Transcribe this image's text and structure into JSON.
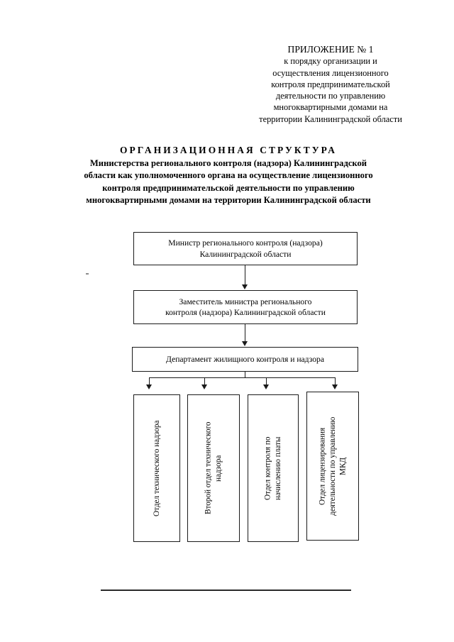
{
  "document": {
    "header": {
      "line1": "ПРИЛОЖЕНИЕ № 1",
      "line2": "к порядку организации и",
      "line3": "осуществления лицензионного",
      "line4": "контроля предпринимательской",
      "line5": "деятельности по управлению",
      "line6": "многоквартирными домами на",
      "line7": "территории Калининградской области"
    },
    "title": {
      "main": "ОРГАНИЗАЦИОННАЯ СТРУКТУРА",
      "line2": "Министерства регионального контроля (надзора) Калининградской",
      "line3": "области как уполномоченного органа на осуществление лицензионного",
      "line4": "контроля предпринимательской деятельности по управлению",
      "line5": "многоквартирными домами на территории Калининградской области"
    },
    "chart": {
      "type": "org-chart",
      "orientation": "top-down",
      "levels": [
        {
          "level": 1,
          "nodes": [
            {
              "id": "minister",
              "label": "Министр регионального контроля (надзора) Калининградской области",
              "text_lines": [
                "Министр регионального контроля (надзора)",
                "Калининградской области"
              ],
              "text_orientation": "horizontal"
            }
          ]
        },
        {
          "level": 2,
          "nodes": [
            {
              "id": "deputy",
              "label": "Заместитель министра регионального контроля (надзора) Калининградской области",
              "text_lines": [
                "Заместитель министра регионального",
                "контроля (надзора) Калининградской области"
              ],
              "text_orientation": "horizontal"
            }
          ]
        },
        {
          "level": 3,
          "nodes": [
            {
              "id": "department",
              "label": "Департамент жилищного контроля и надзора",
              "text_lines": [
                "Департамент жилищного контроля и надзора"
              ],
              "text_orientation": "horizontal"
            }
          ]
        },
        {
          "level": 4,
          "nodes": [
            {
              "id": "dept-1",
              "label": "Отдел технического надзора",
              "text_lines": [
                "Отдел технического надзора"
              ],
              "text_orientation": "vertical-bottom-to-top"
            },
            {
              "id": "dept-2",
              "label": "Второй отдел технического надзора",
              "text_lines": [
                "Второй отдел технического",
                "надзора"
              ],
              "text_orientation": "vertical-bottom-to-top"
            },
            {
              "id": "dept-3",
              "label": "Отдел контроля по начислению платы",
              "text_lines": [
                "Отдел контроля по",
                "начислению платы"
              ],
              "text_orientation": "vertical-bottom-to-top"
            },
            {
              "id": "dept-4",
              "label": "Отдел лицензирования деятельности по управлению МКД",
              "text_lines": [
                "Отдел лицензирования",
                "деятельности по управлению",
                "МКД"
              ],
              "text_orientation": "vertical-bottom-to-top"
            }
          ]
        }
      ],
      "edges": [
        {
          "from": "minister",
          "to": "deputy",
          "style": "arrow"
        },
        {
          "from": "deputy",
          "to": "department",
          "style": "arrow"
        },
        {
          "from": "department",
          "to": "dept-1",
          "style": "arrow"
        },
        {
          "from": "department",
          "to": "dept-2",
          "style": "arrow"
        },
        {
          "from": "department",
          "to": "dept-3",
          "style": "arrow"
        },
        {
          "from": "department",
          "to": "dept-4",
          "style": "arrow"
        }
      ],
      "line_color": "#1a1a1a",
      "box_fill": "#ffffff"
    }
  }
}
